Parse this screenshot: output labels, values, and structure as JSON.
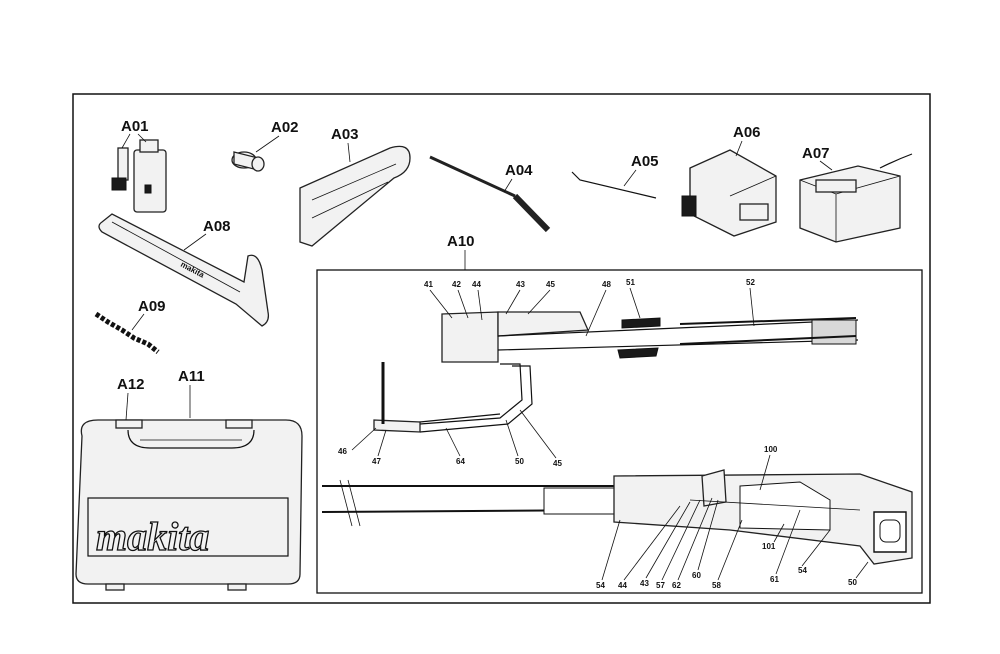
{
  "parts": {
    "a01": "A01",
    "a02": "A02",
    "a03": "A03",
    "a04": "A04",
    "a05": "A05",
    "a06": "A06",
    "a07": "A07",
    "a08": "A08",
    "a09": "A09",
    "a10": "A10",
    "a11": "A11",
    "a12": "A12"
  },
  "case_logo": "makita",
  "bar_logo": "makita",
  "callouts_top": [
    "41",
    "42",
    "44",
    "43",
    "45",
    "48",
    "51",
    "52",
    "46",
    "47",
    "64",
    "50",
    "45"
  ],
  "callouts_bottom": [
    "100",
    "101",
    "54",
    "44",
    "43",
    "57",
    "62",
    "60",
    "58",
    "61",
    "54",
    "50"
  ]
}
